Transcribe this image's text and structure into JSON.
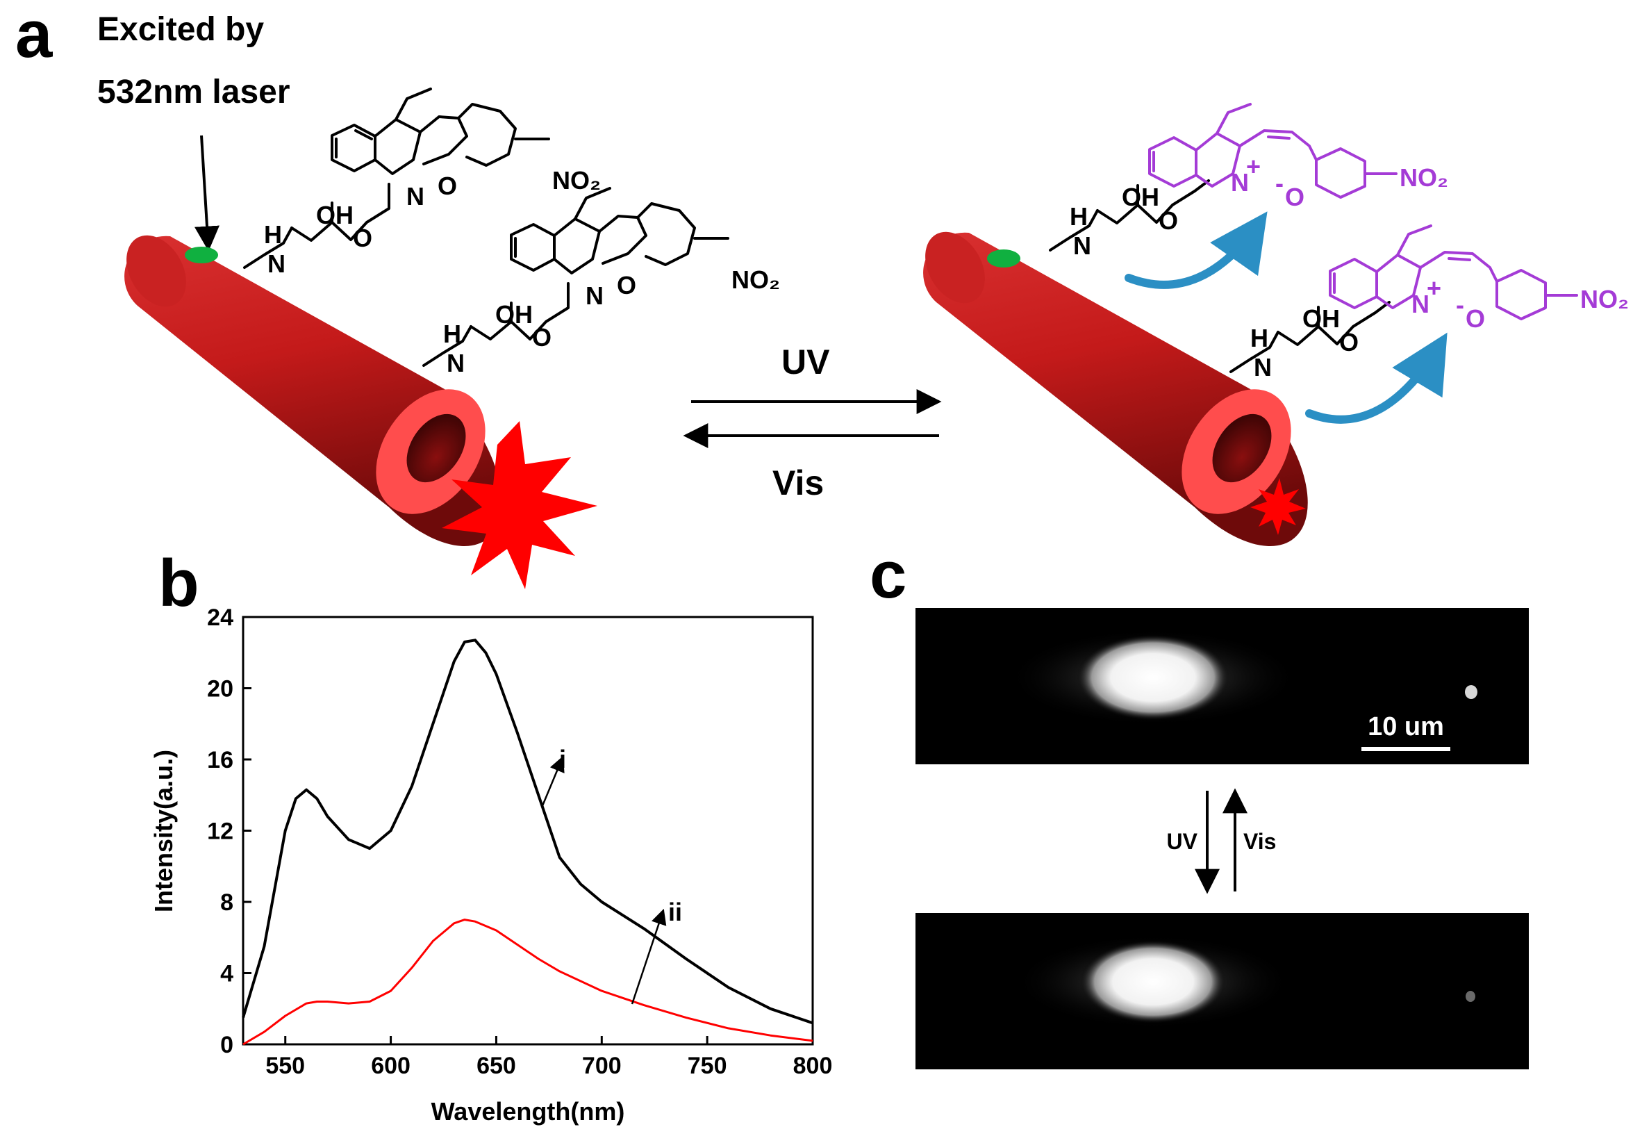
{
  "panel_a": {
    "label": "a",
    "excitation_line1": "Excited by",
    "excitation_line2": "532nm laser",
    "forward_label": "UV",
    "reverse_label": "Vis",
    "chem": {
      "nh": "H",
      "n": "N",
      "oh": "OH",
      "o": "O",
      "n_ring": "N",
      "o_ring": "O",
      "no2": "NO₂",
      "n_plus": "N",
      "plus": "+",
      "o_minus": "O",
      "minus": "-"
    }
  },
  "panel_b": {
    "label": "b",
    "curve_labels": [
      "i",
      "ii"
    ]
  },
  "panel_c": {
    "label": "c",
    "scale_bar": "10 um",
    "down_label": "UV",
    "up_label": "Vis"
  },
  "colors": {
    "tube": "#c41a1a",
    "tube_rim": "#ff4040",
    "merocyanine": "#a43bd6",
    "arrow_blue": "#2b8fc4",
    "laser_spot": "#10b040",
    "curve_i": "#000000",
    "curve_ii": "#ff0000"
  },
  "chart_data": {
    "type": "line",
    "xlabel": "Wavelength(nm)",
    "ylabel": "Intensity(a.u.)",
    "xlim": [
      530,
      800
    ],
    "ylim": [
      0,
      24
    ],
    "xticks": [
      550,
      600,
      650,
      700,
      750,
      800
    ],
    "yticks": [
      0,
      4,
      8,
      12,
      16,
      20,
      24
    ],
    "series": [
      {
        "name": "i",
        "color": "#000000",
        "x": [
          530,
          540,
          550,
          555,
          560,
          565,
          570,
          580,
          590,
          600,
          610,
          620,
          630,
          635,
          640,
          645,
          650,
          660,
          670,
          680,
          690,
          700,
          720,
          740,
          760,
          780,
          800
        ],
        "y": [
          1.5,
          5.5,
          12.0,
          13.8,
          14.3,
          13.8,
          12.8,
          11.5,
          11.0,
          12.0,
          14.5,
          18.0,
          21.5,
          22.6,
          22.7,
          22.0,
          20.8,
          17.5,
          14.0,
          10.5,
          9.0,
          8.0,
          6.5,
          4.8,
          3.2,
          2.0,
          1.2
        ]
      },
      {
        "name": "ii",
        "color": "#ff0000",
        "x": [
          530,
          540,
          550,
          560,
          565,
          570,
          580,
          590,
          600,
          610,
          620,
          630,
          635,
          640,
          650,
          660,
          670,
          680,
          700,
          720,
          740,
          760,
          780,
          800
        ],
        "y": [
          0.0,
          0.7,
          1.6,
          2.3,
          2.4,
          2.4,
          2.3,
          2.4,
          3.0,
          4.3,
          5.8,
          6.8,
          7.0,
          6.9,
          6.4,
          5.6,
          4.8,
          4.1,
          3.0,
          2.2,
          1.5,
          0.9,
          0.5,
          0.2
        ]
      }
    ]
  }
}
